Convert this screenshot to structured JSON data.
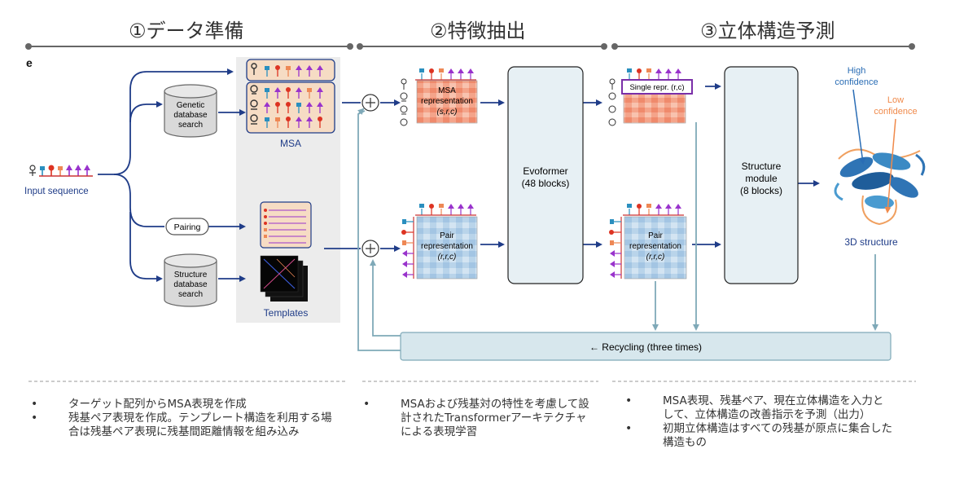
{
  "stages": [
    {
      "title": "①データ準備"
    },
    {
      "title": "②特徴抽出"
    },
    {
      "title": "③立体構造予測"
    }
  ],
  "figure": {
    "panel_letter": "e",
    "input_sequence": "Input sequence",
    "genetic_search": [
      "Genetic",
      "database",
      "search"
    ],
    "structure_search": [
      "Structure",
      "database",
      "search"
    ],
    "pairing": "Pairing",
    "msa": "MSA",
    "templates": "Templates",
    "msa_repr": [
      "MSA",
      "representation",
      "(s,r,c)"
    ],
    "pair_repr": [
      "Pair",
      "representation",
      "(r,r,c)"
    ],
    "evoformer": [
      "Evoformer",
      "(48 blocks)"
    ],
    "single_repr": "Single repr. (r,c)",
    "structure_module": [
      "Structure",
      "module",
      "(8 blocks)"
    ],
    "high_conf": [
      "High",
      "confidence"
    ],
    "low_conf": [
      "Low",
      "confidence"
    ],
    "structure_3d": "3D structure",
    "recycling": "← Recycling (three times)"
  },
  "notes": {
    "col1": [
      "ターゲット配列からMSA表現を作成",
      "残基ペア表現を作成。テンプレート構造を利用する場合は残基ペア表現に残基間距離情報を組み込み"
    ],
    "col2": [
      "MSAおよび残基対の特性を考慮して設計されたTransformerアーキテクチャによる表現学習"
    ],
    "col3": [
      "MSA表現、残基ペア、現在立体構造を入力として、立体構造の改善指示を予測（出力）",
      "初期立体構造はすべての残基が原点に集合した構造もの"
    ]
  },
  "colors": {
    "navy": "#1f3c88",
    "recycle_fill": "#d7e7ed",
    "recycle_line": "#7fa9b8",
    "box_fill": "#e7f0f4",
    "msa_fill": "#f6dcc4",
    "gray_panel": "#ececec",
    "high_conf": "#2a6db5",
    "low_conf": "#f08a4b"
  }
}
